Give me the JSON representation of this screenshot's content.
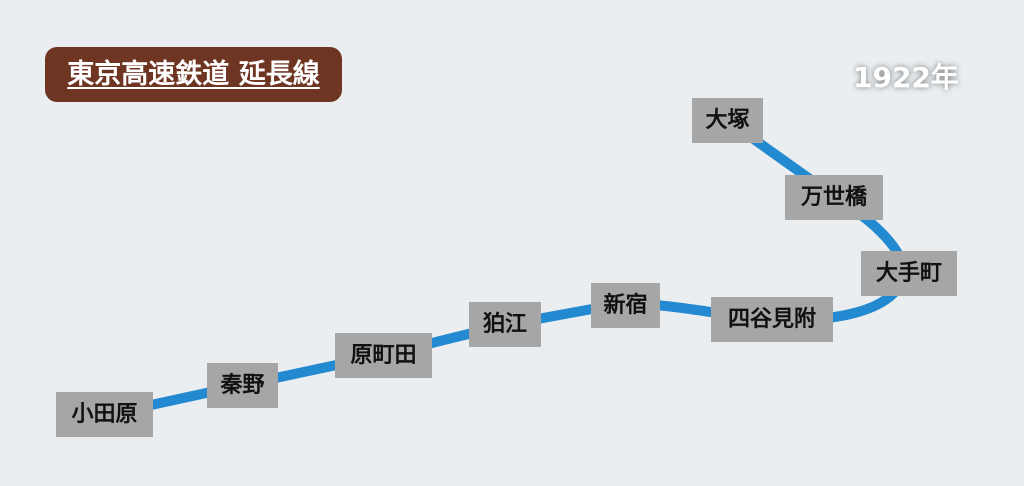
{
  "title": "東京高速鉄道 延長線",
  "year": "1922年",
  "line_color": "#2389d0",
  "stations": [
    "小田原",
    "秦野",
    "原町田",
    "狛江",
    "新宿",
    "四谷見附",
    "大手町",
    "万世橋",
    "大塚"
  ]
}
